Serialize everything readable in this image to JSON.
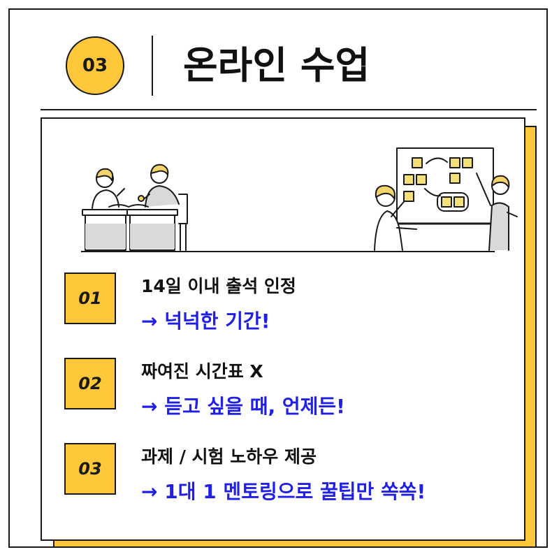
{
  "header": {
    "badge": "03",
    "title": "온라인 수업"
  },
  "items": [
    {
      "number": "01",
      "title": "14일 이내 출석 인정",
      "subtitle": "→ 넉넉한 기간!"
    },
    {
      "number": "02",
      "title": "짜여진 시간표 X",
      "subtitle": "→ 듣고 싶을 때, 언제든!"
    },
    {
      "number": "03",
      "title": "과제 / 시험 노하우 제공",
      "subtitle": "→ 1대 1 멘토링으로 꿀팁만 쏙쏙!"
    }
  ],
  "colors": {
    "accent_yellow": "#ffc73a",
    "accent_blue": "#1f1fe6",
    "ink": "#1a1a1a"
  },
  "illustration": {
    "left": "students-studying-at-desk-illustration",
    "right": "people-with-sticky-note-board-illustration"
  }
}
